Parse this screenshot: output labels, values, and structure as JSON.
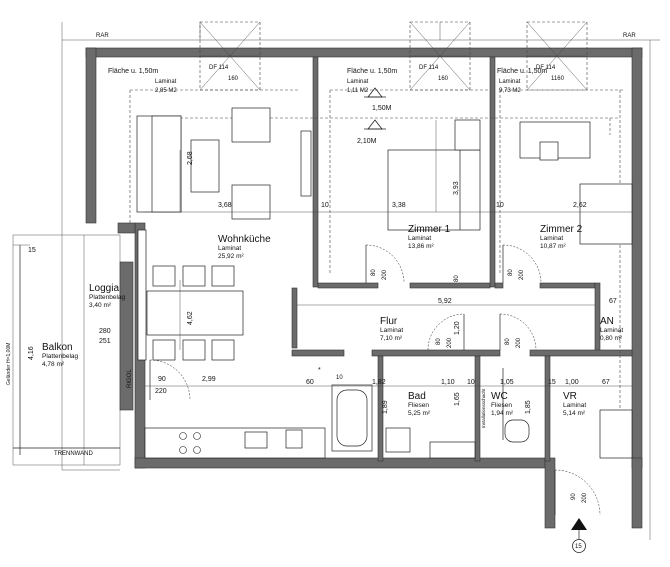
{
  "header": {
    "rar_left": "RAR",
    "rar_right": "RAR"
  },
  "skylights": [
    {
      "df": "DF 114",
      "size": "160"
    },
    {
      "df": "DF 114",
      "size": "160"
    },
    {
      "df": "DF 114",
      "size": "1160"
    }
  ],
  "ceiling_notes": {
    "wohn": {
      "title": "Fläche u. 1,50m",
      "material": "Laminat",
      "area": "2,85 M2"
    },
    "zimmer1": {
      "title": "Fläche u. 1,50m",
      "material": "Laminat",
      "area": "1,11 M2"
    },
    "zimmer2": {
      "title": "Fläche u. 1,50m",
      "material": "Laminat",
      "area": "9,73 M2"
    }
  },
  "heights": {
    "h1": "1,50M",
    "h2": "2,10M"
  },
  "rooms": {
    "wohnkueche": {
      "name": "Wohnküche",
      "material": "Laminat",
      "area": "25,92 m²"
    },
    "zimmer1": {
      "name": "Zimmer 1",
      "material": "Laminat",
      "area": "13,86 m²"
    },
    "zimmer2": {
      "name": "Zimmer 2",
      "material": "Laminat",
      "area": "10,87 m²"
    },
    "flur": {
      "name": "Flur",
      "material": "Laminat",
      "area": "7,10 m²"
    },
    "an": {
      "name": "AN",
      "material": "Laminat",
      "area": "0,80 m²"
    },
    "bad": {
      "name": "Bad",
      "material": "Fliesen",
      "area": "5,25 m²"
    },
    "wc": {
      "name": "WC",
      "material": "Fliesen",
      "area": "1,94 m²"
    },
    "vr": {
      "name": "VR",
      "material": "Laminat",
      "area": "5,14 m²"
    },
    "loggia": {
      "name": "Loggia",
      "material": "Plattenbelag",
      "area": "3,40 m²"
    },
    "balkon": {
      "name": "Balkon",
      "material": "Plattenbelag",
      "area": "4,78 m²"
    }
  },
  "dimensions": {
    "d368": "3,68",
    "d10a": "10",
    "d338": "3,38",
    "d10b": "10",
    "d262": "2,62",
    "d393": "3,93",
    "d268": "2,68",
    "d462": "4,62",
    "d592": "5,92",
    "d67a": "67",
    "d299": "2,99",
    "d90": "90",
    "d220": "220",
    "d60": "60",
    "d10c": "10",
    "d182": "1,82",
    "d110": "1,10",
    "d10d": "10",
    "d105": "1,05",
    "d15": "15",
    "d100": "1,00",
    "d67b": "67",
    "d189": "1,89",
    "d165": "1,65",
    "d185": "1,85",
    "d280": "280",
    "d251": "251",
    "d416": "4,16",
    "d120": "1,20",
    "d15b": "15"
  },
  "doors": [
    {
      "w": "80",
      "h": "200"
    },
    {
      "w": "80",
      "h": "200"
    },
    {
      "w": "80",
      "h": "200"
    },
    {
      "w": "80",
      "h": "200"
    },
    {
      "w": "80",
      "h": "200"
    },
    {
      "w": "90",
      "h": "200"
    }
  ],
  "labels": {
    "trennwand": "TRENNWAND",
    "rigol": "RIGOL",
    "gelaender": "Geländer H=1,00M",
    "installation": "Installationsschacht",
    "axis": "15",
    "asterisk": "*"
  }
}
